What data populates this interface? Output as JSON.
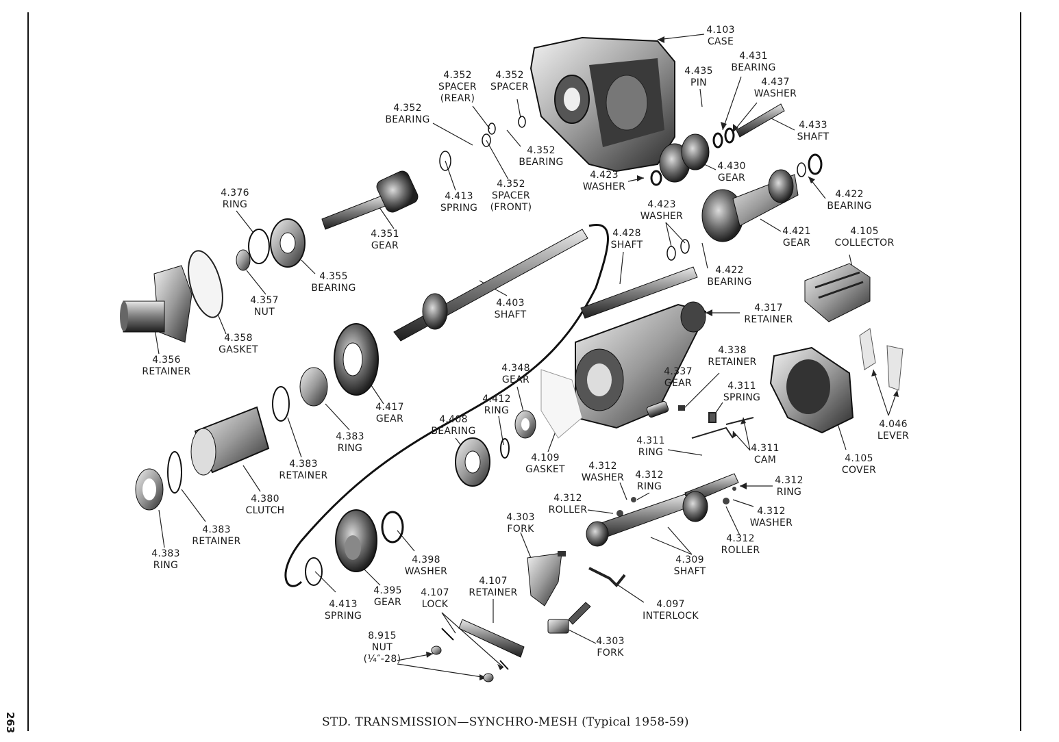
{
  "page": {
    "number": "263",
    "caption": "STD. TRANSMISSION—SYNCHRO-MESH (Typical 1958-59)"
  },
  "labels": [
    {
      "id": "l-4103",
      "num": "4.103",
      "name": "CASE"
    },
    {
      "id": "l-4431",
      "num": "4.431",
      "name": "BEARING"
    },
    {
      "id": "l-4435",
      "num": "4.435",
      "name": "PIN"
    },
    {
      "id": "l-4437",
      "num": "4.437",
      "name": "WASHER"
    },
    {
      "id": "l-4433",
      "num": "4.433",
      "name": "SHAFT"
    },
    {
      "id": "l-4352a",
      "num": "4.352",
      "name": "SPACER",
      "extra": "(REAR)"
    },
    {
      "id": "l-4352b",
      "num": "4.352",
      "name": "SPACER"
    },
    {
      "id": "l-4352c",
      "num": "4.352",
      "name": "BEARING"
    },
    {
      "id": "l-4352d",
      "num": "4.352",
      "name": "BEARING"
    },
    {
      "id": "l-4423a",
      "num": "4.423",
      "name": "WASHER"
    },
    {
      "id": "l-4430",
      "num": "4.430",
      "name": "GEAR"
    },
    {
      "id": "l-4422a",
      "num": "4.422",
      "name": "BEARING"
    },
    {
      "id": "l-4413a",
      "num": "4.413",
      "name": "SPRING"
    },
    {
      "id": "l-4352e",
      "num": "4.352",
      "name": "SPACER",
      "extra": "(FRONT)"
    },
    {
      "id": "l-4376",
      "num": "4.376",
      "name": "RING"
    },
    {
      "id": "l-4351",
      "num": "4.351",
      "name": "GEAR"
    },
    {
      "id": "l-4423b",
      "num": "4.423",
      "name": "WASHER"
    },
    {
      "id": "l-4428",
      "num": "4.428",
      "name": "SHAFT"
    },
    {
      "id": "l-4421",
      "num": "4.421",
      "name": "GEAR"
    },
    {
      "id": "l-4105a",
      "num": "4.105",
      "name": "COLLECTOR"
    },
    {
      "id": "l-4422b",
      "num": "4.422",
      "name": "BEARING"
    },
    {
      "id": "l-4355",
      "num": "4.355",
      "name": "BEARING"
    },
    {
      "id": "l-4357",
      "num": "4.357",
      "name": "NUT"
    },
    {
      "id": "l-4403",
      "num": "4.403",
      "name": "SHAFT"
    },
    {
      "id": "l-4317",
      "num": "4.317",
      "name": "RETAINER"
    },
    {
      "id": "l-4358",
      "num": "4.358",
      "name": "GASKET"
    },
    {
      "id": "l-4356",
      "num": "4.356",
      "name": "RETAINER"
    },
    {
      "id": "l-4338",
      "num": "4.338",
      "name": "RETAINER"
    },
    {
      "id": "l-4348",
      "num": "4.348",
      "name": "GEAR"
    },
    {
      "id": "l-4337",
      "num": "4.337",
      "name": "GEAR"
    },
    {
      "id": "l-4311a",
      "num": "4.311",
      "name": "SPRING"
    },
    {
      "id": "l-4412",
      "num": "4.412",
      "name": "RING"
    },
    {
      "id": "l-4417",
      "num": "4.417",
      "name": "GEAR"
    },
    {
      "id": "l-4408",
      "num": "4.408",
      "name": "BEARING"
    },
    {
      "id": "l-4046",
      "num": "4.046",
      "name": "LEVER"
    },
    {
      "id": "l-4383a",
      "num": "4.383",
      "name": "RING"
    },
    {
      "id": "l-4311b",
      "num": "4.311",
      "name": "RING"
    },
    {
      "id": "l-4311c",
      "num": "4.311",
      "name": "CAM"
    },
    {
      "id": "l-4109",
      "num": "4.109",
      "name": "GASKET"
    },
    {
      "id": "l-4105b",
      "num": "4.105",
      "name": "COVER"
    },
    {
      "id": "l-4383b",
      "num": "4.383",
      "name": "RETAINER"
    },
    {
      "id": "l-4312a",
      "num": "4.312",
      "name": "WASHER"
    },
    {
      "id": "l-4312b",
      "num": "4.312",
      "name": "RING"
    },
    {
      "id": "l-4312c",
      "num": "4.312",
      "name": "RING"
    },
    {
      "id": "l-4380",
      "num": "4.380",
      "name": "CLUTCH"
    },
    {
      "id": "l-4312d",
      "num": "4.312",
      "name": "ROLLER"
    },
    {
      "id": "l-4312e",
      "num": "4.312",
      "name": "WASHER"
    },
    {
      "id": "l-4383c",
      "num": "4.383",
      "name": "RETAINER"
    },
    {
      "id": "l-4303a",
      "num": "4.303",
      "name": "FORK"
    },
    {
      "id": "l-4312f",
      "num": "4.312",
      "name": "ROLLER"
    },
    {
      "id": "l-4383d",
      "num": "4.383",
      "name": "RING"
    },
    {
      "id": "l-4398",
      "num": "4.398",
      "name": "WASHER"
    },
    {
      "id": "l-4309",
      "num": "4.309",
      "name": "SHAFT"
    },
    {
      "id": "l-4107a",
      "num": "4.107",
      "name": "RETAINER"
    },
    {
      "id": "l-4395",
      "num": "4.395",
      "name": "GEAR"
    },
    {
      "id": "l-4107b",
      "num": "4.107",
      "name": "LOCK"
    },
    {
      "id": "l-4413b",
      "num": "4.413",
      "name": "SPRING"
    },
    {
      "id": "l-4097",
      "num": "4.097",
      "name": "INTERLOCK"
    },
    {
      "id": "l-8915",
      "num": "8.915",
      "name": "NUT",
      "extra": "(¼″-28)"
    },
    {
      "id": "l-4303b",
      "num": "4.303",
      "name": "FORK"
    }
  ]
}
